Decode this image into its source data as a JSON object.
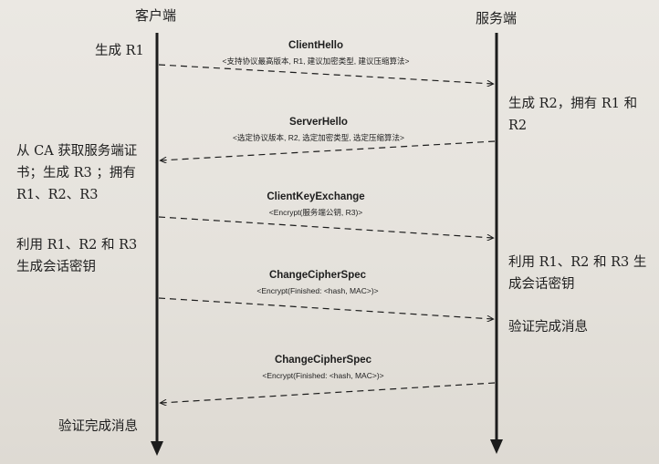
{
  "actors": {
    "client": "客户端",
    "server": "服务端"
  },
  "messages": [
    {
      "title": "ClientHello",
      "sub": "<支持协议最高版本, R1, 建议加密类型, 建议压缩算法>"
    },
    {
      "title": "ServerHello",
      "sub": "<选定协议版本, R2, 选定加密类型, 选定压缩算法>"
    },
    {
      "title": "ClientKeyExchange",
      "sub": "<Encrypt(服务端公钥, R3)>"
    },
    {
      "title": "ChangeCipherSpec",
      "sub": "<Encrypt(Finished: <hash, MAC>)>"
    },
    {
      "title": "ChangeCipherSpec",
      "sub": "<Encrypt(Finished: <hash, MAC>)>"
    }
  ],
  "notes": {
    "client_generate_r1": "生成 R1",
    "server_generate_r2": "生成 R2，拥有 R1 和 R2",
    "client_get_cert": "从 CA 获取服务端证书；生成 R3 ；拥有 R1、R2、R3",
    "client_session_key": "利用 R1、R2 和 R3 生成会话密钥",
    "server_session_key": "利用 R1、R2 和 R3 生成会话密钥",
    "server_verify": "验证完成消息",
    "client_verify": "验证完成消息"
  },
  "colors": {
    "line": "#1c1c1c",
    "text": "#1e1e1e"
  }
}
